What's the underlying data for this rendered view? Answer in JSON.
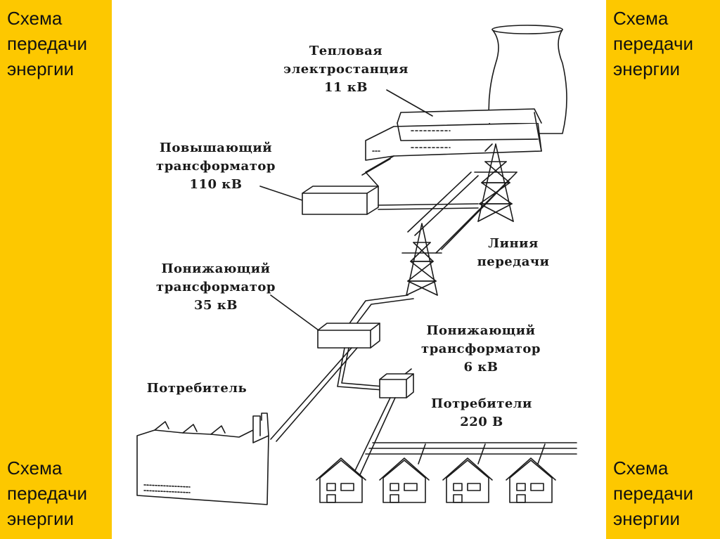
{
  "side_titles": {
    "left_top": "Схема\nпередачи\nэнергии",
    "left_bottom": "Схема\nпередачи\nэнергии",
    "right_top": "Схема\nпередачи\nэнергии",
    "right_bottom": "Схема\nпередачи\nэнергии"
  },
  "labels": {
    "power_plant": {
      "line1": "Тепловая",
      "line2": "электростанция",
      "line3": "11 кВ"
    },
    "step_up": {
      "line1": "Повышающий",
      "line2": "трансформатор",
      "line3": "110 кВ"
    },
    "line": {
      "line1": "Линия",
      "line2": "передачи"
    },
    "step_down_35": {
      "line1": "Понижающий",
      "line2": "трансформатор",
      "line3": "35 кВ"
    },
    "step_down_6": {
      "line1": "Понижающий",
      "line2": "трансформатор",
      "line3": "6 кВ"
    },
    "consumer": {
      "line1": "Потребитель"
    },
    "consumers": {
      "line1": "Потребители",
      "line2": "220 В"
    }
  },
  "colors": {
    "side_bg": "#fdc800",
    "ink": "#1a1a1a"
  }
}
